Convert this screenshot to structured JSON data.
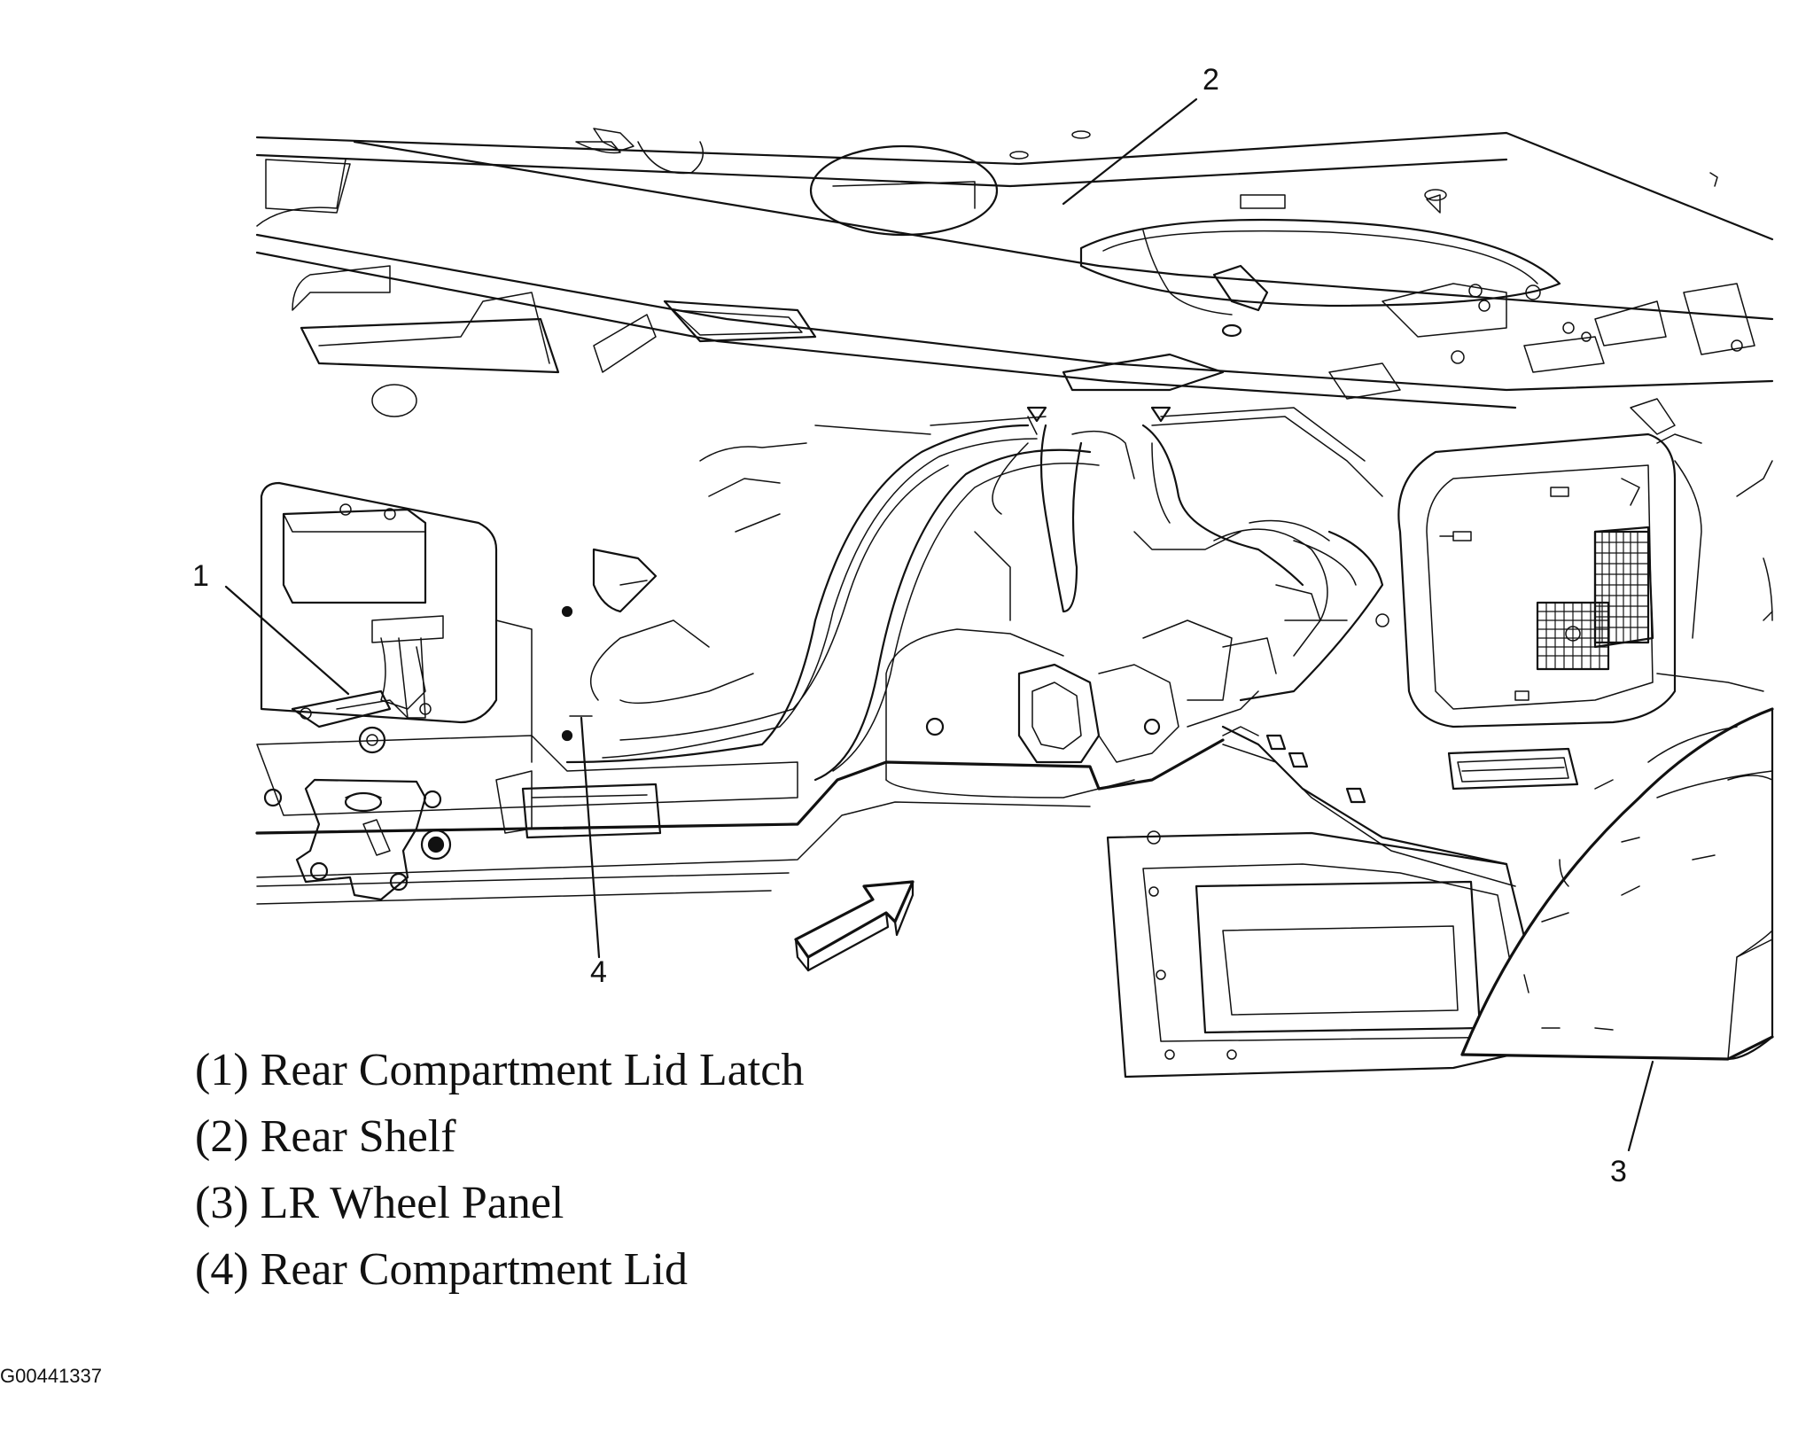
{
  "callouts": [
    {
      "number": "1",
      "label": "Rear Compartment Lid Latch"
    },
    {
      "number": "2",
      "label": "Rear Shelf"
    },
    {
      "number": "3",
      "label": "LR Wheel Panel"
    },
    {
      "number": "4",
      "label": "Rear Compartment Lid"
    }
  ],
  "legend": [
    "(1) Rear Compartment Lid Latch",
    "(2) Rear Shelf",
    "(3) LR Wheel Panel",
    "(4) Rear Compartment Lid"
  ],
  "figure_id": "G00441337"
}
